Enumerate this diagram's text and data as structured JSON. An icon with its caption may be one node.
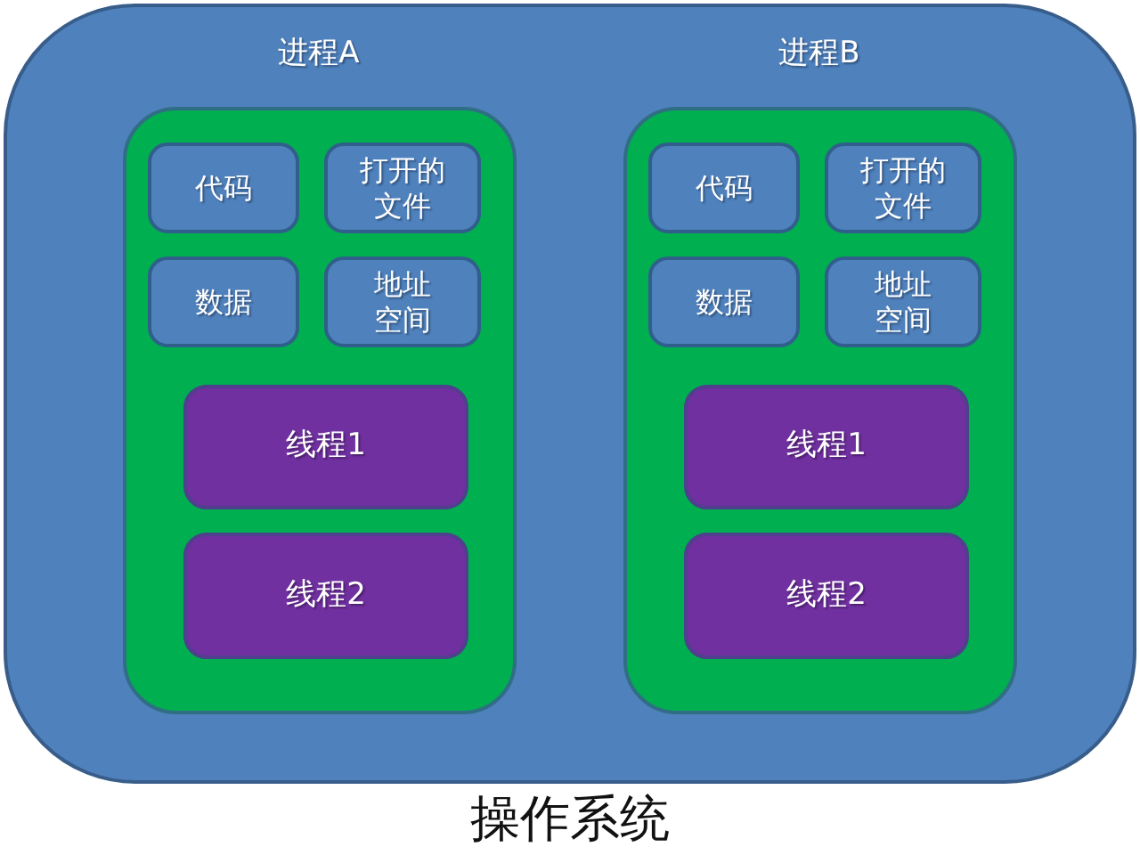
{
  "diagram": {
    "nodes": [
      {
        "text": [
          "操作系统"
        ]
      },
      {
        "text": [
          "进程A"
        ],
        "in": 0
      },
      {
        "text": [
          "代码"
        ],
        "in": 1
      },
      {
        "text": [
          "打开的文件"
        ],
        "in": 1
      },
      {
        "text": [
          "数据"
        ],
        "in": 1
      },
      {
        "text": [
          "地址空间"
        ],
        "in": 1
      },
      {
        "text": [
          "线程1"
        ],
        "in": 1
      },
      {
        "text": [
          "线程2"
        ],
        "in": 1
      },
      {
        "text": [
          "进程B"
        ],
        "in": 0
      },
      {
        "text": [
          "代码"
        ],
        "in": 8
      },
      {
        "text": [
          "打开的文件"
        ],
        "in": 8
      },
      {
        "text": [
          "数据"
        ],
        "in": 8
      },
      {
        "text": [
          "地址空间"
        ],
        "in": 8
      },
      {
        "text": [
          "线程1"
        ],
        "in": 8
      },
      {
        "text": [
          "线程2"
        ],
        "in": 8
      }
    ]
  }
}
